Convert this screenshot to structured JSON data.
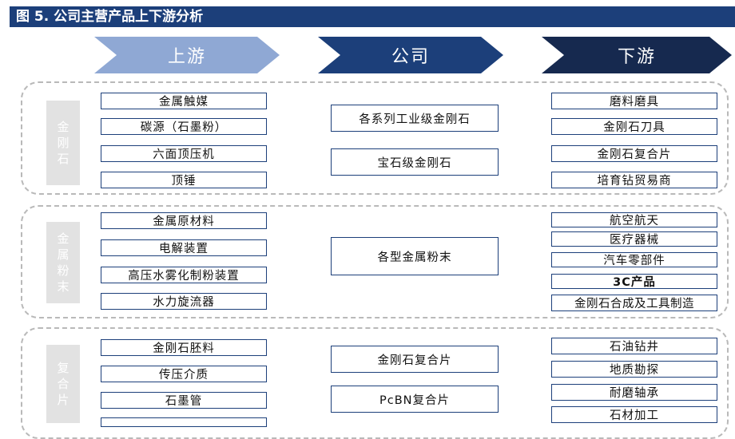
{
  "title": "图 5. 公司主营产品上下游分析",
  "stages": {
    "upstream": "上游",
    "company": "公司",
    "downstream": "下游"
  },
  "groups": [
    {
      "label": [
        "金",
        "刚",
        "石"
      ],
      "upstream": [
        "金属触媒",
        "碳源（石墨粉）",
        "六面顶压机",
        "顶锤"
      ],
      "company": [
        "各系列工业级金刚石",
        "宝石级金刚石"
      ],
      "downstream": [
        "磨料磨具",
        "金刚石刀具",
        "金刚石复合片",
        "培育钻贸易商"
      ]
    },
    {
      "label": [
        "金",
        "属",
        "粉",
        "末"
      ],
      "upstream": [
        "金属原材料",
        "电解装置",
        "高压水雾化制粉装置",
        "水力旋流器"
      ],
      "company": [
        "各型金属粉末"
      ],
      "downstream": [
        "航空航天",
        "医疗器械",
        "汽车零部件",
        "3C产品",
        "金刚石合成及工具制造"
      ]
    },
    {
      "label": [
        "复",
        "合",
        "片"
      ],
      "upstream": [
        "金刚石胚料",
        "传压介质",
        "石墨管"
      ],
      "company": [
        "金刚石复合片",
        "PcBN复合片"
      ],
      "downstream": [
        "石油钻井",
        "地质勘探",
        "耐磨轴承",
        "石材加工"
      ]
    }
  ]
}
